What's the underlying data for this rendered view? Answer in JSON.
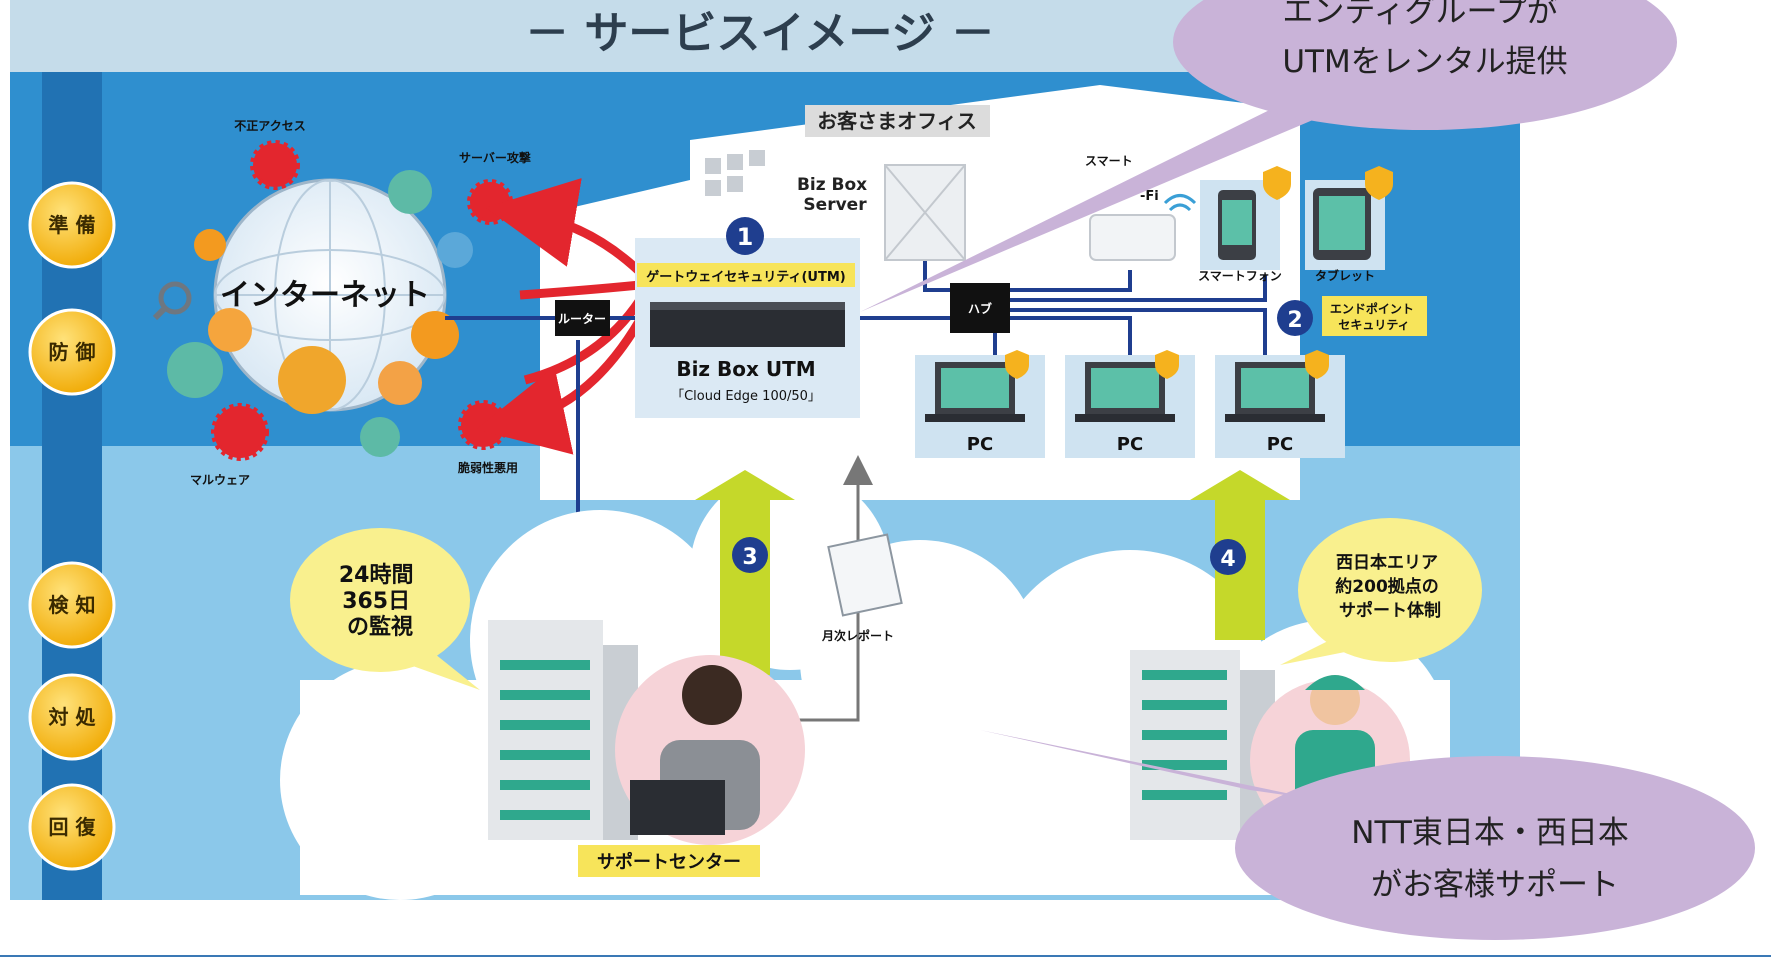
{
  "title": "－ サービスイメージ －",
  "phases": [
    "準 備",
    "防 御",
    "検 知",
    "対 処",
    "回 復"
  ],
  "internet": {
    "label": "インターネット",
    "threats": {
      "unauthorized_access": "不正アクセス",
      "server_attack": "サーバー攻撃",
      "malware": "マルウェア",
      "vulnerability": "脆弱性悪用"
    }
  },
  "office": {
    "label": "お客さまオフィス",
    "server": "Biz Box\nServer",
    "smart_device_partial": "スマート",
    "wifi_partial": "-Fi",
    "router": "ルーター",
    "hub": "ハブ",
    "gateway_security": "ゲートウェイセキュリティ(UTM)",
    "utm_name": "Biz Box UTM",
    "utm_model": "「Cloud Edge 100/50」",
    "smartphone": "スマートフォン",
    "tablet": "タブレット",
    "endpoint_security": "エンドポイント\nセキュリティ",
    "pcs": [
      "PC",
      "PC",
      "PC"
    ]
  },
  "numbers": [
    "1",
    "2",
    "3",
    "4"
  ],
  "support": {
    "monitoring_bubble": "24時間\n365日\nの監視",
    "monthly_report": "月次レポート",
    "support_center": "サポートセンター",
    "west_bubble": "西日本エリア\n約200拠点の\nサポート体制"
  },
  "callouts": {
    "top_right": "エンティグループが\nUTMをレンタル提供",
    "bottom_right": "NTT東日本・西日本\nがお客様サポート"
  },
  "colors": {
    "title_band": "#c5dcea",
    "upper_blue": "#2f8fcf",
    "lower_blue": "#8bc8ea",
    "phase_circle": "#f3b517",
    "callout": "#c9b3d8",
    "green_arrow": "#c5d82a",
    "line": "#1f3e8f",
    "attack_red": "#e3262e"
  }
}
